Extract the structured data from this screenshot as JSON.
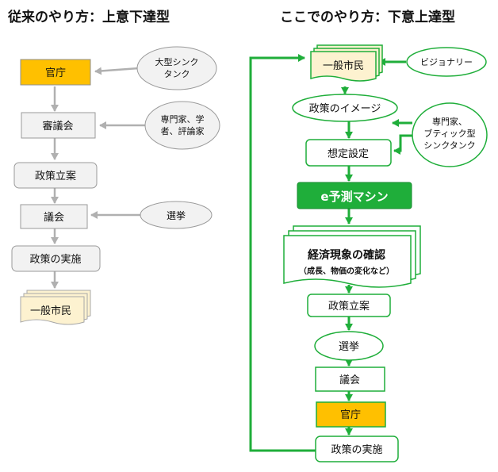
{
  "left": {
    "title": "従来のやり方：上意下達型",
    "nodes": {
      "kancho": "官庁",
      "shingikai": "審議会",
      "seisaku_ritsuan": "政策立案",
      "gikai": "議会",
      "seisaku_jisshi": "政策の実施",
      "ippan_shimin": "一般市民"
    },
    "side": {
      "think_tank_1": "大型シンク",
      "think_tank_2": "タンク",
      "experts_1": "専門家、学",
      "experts_2": "者、評論家",
      "senkyo": "選挙"
    }
  },
  "right": {
    "title": "ここでのやり方：下意上達型",
    "nodes": {
      "ippan_shimin": "一般市民",
      "image": "政策のイメージ",
      "soutei": "想定設定",
      "machine": "e予測マシン",
      "keizai": "経済現象の確認",
      "keizai_sub": "（成長、物価の変化など）",
      "seisaku_ritsuan": "政策立案",
      "senkyo": "選挙",
      "gikai": "議会",
      "kancho": "官庁",
      "seisaku_jisshi": "政策の実施"
    },
    "side": {
      "visionary": "ビジョナリー",
      "experts_1": "専門家、",
      "experts_2": "ブティック型",
      "experts_3": "シンクタンク"
    }
  },
  "colors": {
    "orange": "#ffc000",
    "green": "#1fae3a",
    "gray_fill": "#f2f2f2",
    "gray_stroke": "#9a9a9a",
    "doc_fill": "#fdf2d0"
  }
}
